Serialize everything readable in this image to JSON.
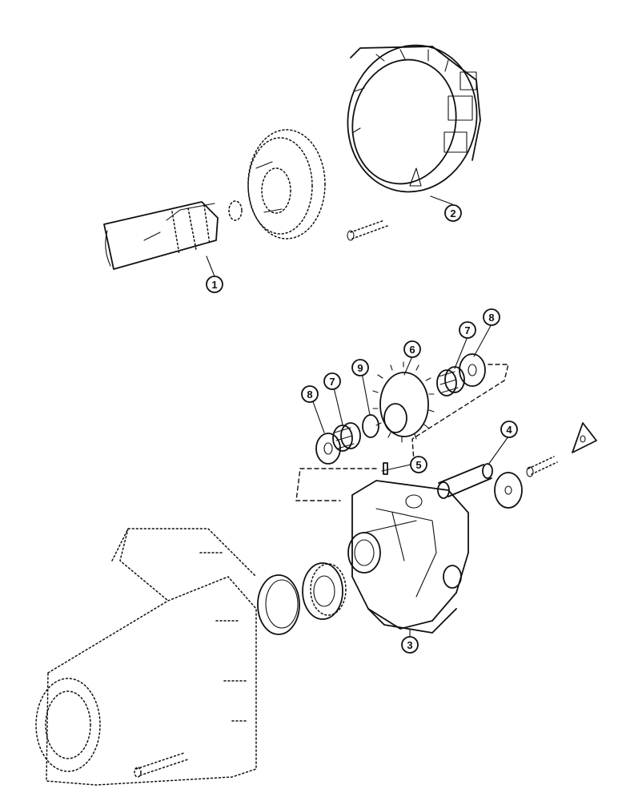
{
  "callouts": [
    {
      "id": "1",
      "label": "1"
    },
    {
      "id": "2",
      "label": "2"
    },
    {
      "id": "3",
      "label": "3"
    },
    {
      "id": "4",
      "label": "4"
    },
    {
      "id": "5",
      "label": "5"
    },
    {
      "id": "6",
      "label": "6"
    },
    {
      "id": "7a",
      "label": "7"
    },
    {
      "id": "7b",
      "label": "7"
    },
    {
      "id": "8a",
      "label": "8"
    },
    {
      "id": "8b",
      "label": "8"
    },
    {
      "id": "9",
      "label": "9"
    }
  ]
}
